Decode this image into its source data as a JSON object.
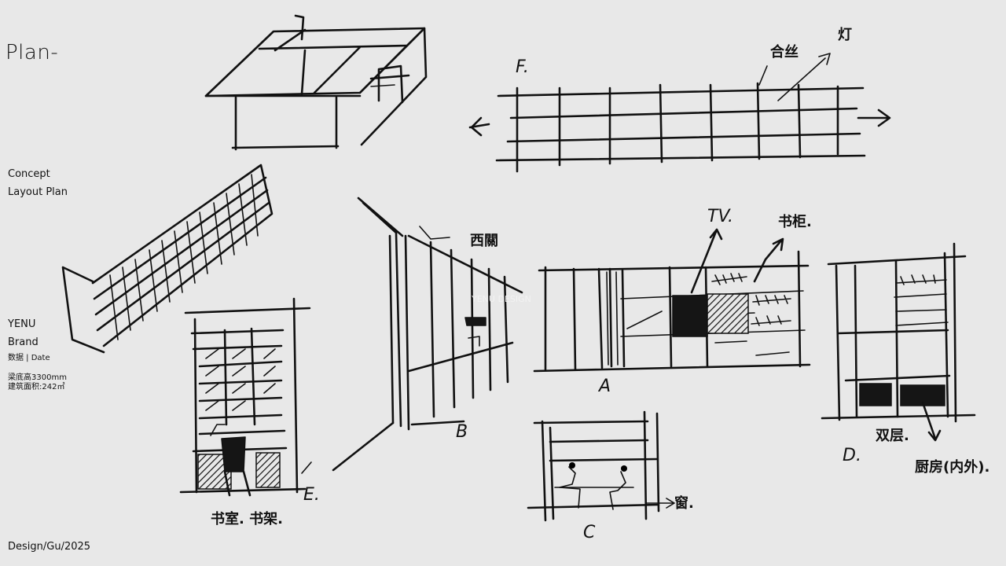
{
  "sidebar": {
    "title": "Plan-",
    "concept": "Concept",
    "layout_plan": "Layout Plan",
    "brand_name": "YENU",
    "brand": "Brand",
    "data_date": "数据 | Date",
    "beam_height": "梁底高3300mm",
    "building_area": "建筑面积:242㎡",
    "footer": "Design/Gu/2025"
  },
  "sketch_labels": {
    "f": "F.",
    "f_note_1": "合丝",
    "f_note_2": "灯",
    "xiguan": "西關",
    "b": "B",
    "tv": "TV.",
    "shugui": "书柜.",
    "a": "A",
    "e": "E.",
    "study": "书室. 书架.",
    "c": "C",
    "window": "窗.",
    "d": "D.",
    "double_bed": "双层.",
    "kitchen": "厨房(内外)."
  },
  "watermark": "YENU DESIGN"
}
